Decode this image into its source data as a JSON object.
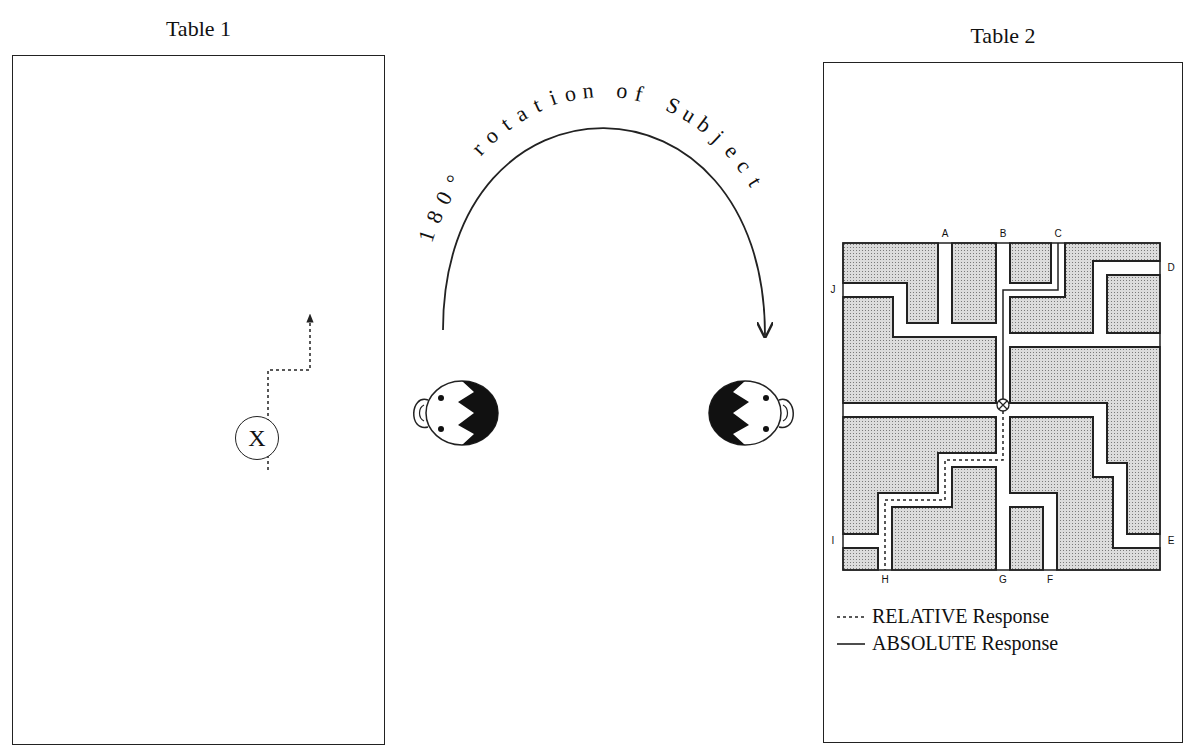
{
  "diagram": {
    "nodes": [
      {
        "text": [
          "Table 1"
        ]
      },
      {
        "text": [
          "X"
        ],
        "in": 0
      },
      {
        "text": [
          "Table 2"
        ]
      }
    ],
    "labels": [
      "180° rotation of Subject",
      "A",
      "B",
      "C",
      "D",
      "E",
      "F",
      "G",
      "H",
      "I",
      "J"
    ],
    "legend": [
      {
        "text": "RELATIVE Response"
      },
      {
        "text": "ABSOLUTE Response"
      }
    ]
  }
}
